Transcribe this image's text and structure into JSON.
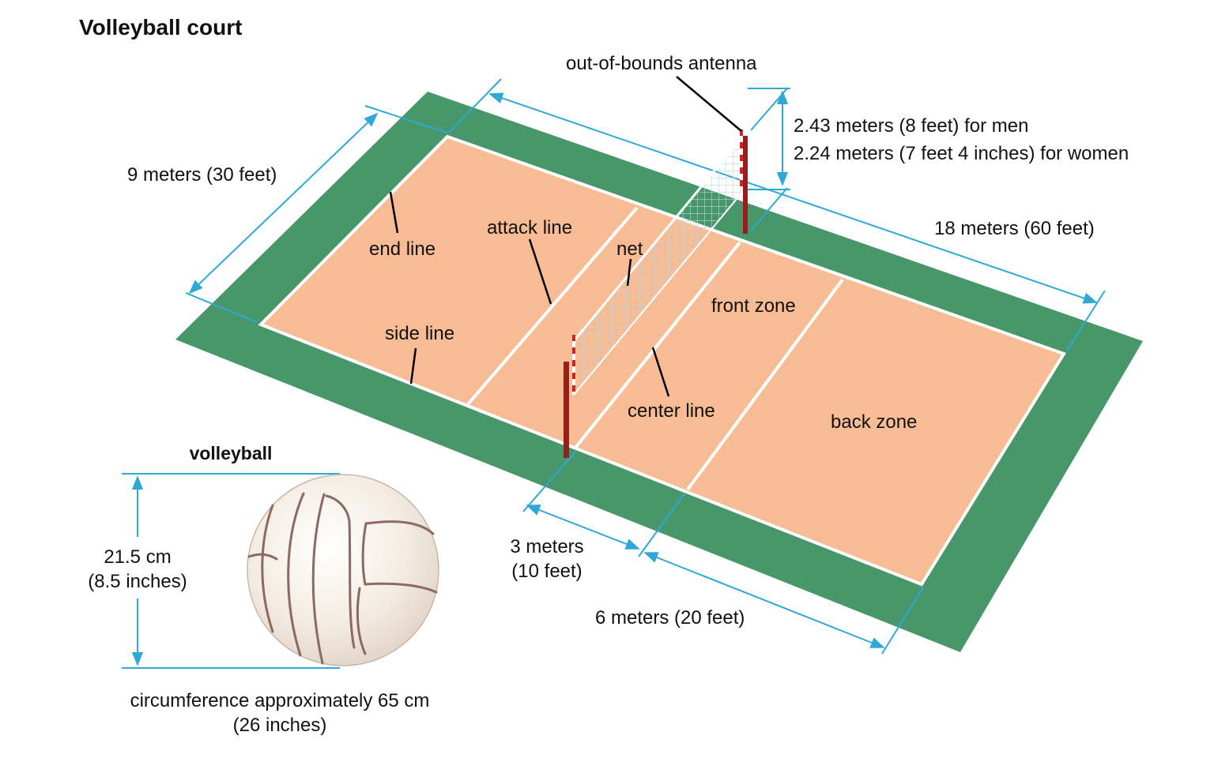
{
  "title": "Volleyball court",
  "labels": {
    "antenna": "out-of-bounds antenna",
    "height_men": "2.43 meters (8 feet) for men",
    "height_women": "2.24 meters (7 feet 4 inches) for women",
    "width": "9 meters (30 feet)",
    "length": "18 meters (60 feet)",
    "end_line": "end line",
    "attack_line": "attack line",
    "net": "net",
    "front_zone": "front zone",
    "side_line": "side line",
    "center_line": "center line",
    "back_zone": "back zone",
    "front_depth_line1": "3 meters",
    "front_depth_line2": "(10 feet)",
    "back_depth": "6 meters (20 feet)"
  },
  "ball": {
    "title": "volleyball",
    "diameter_line1": "21.5 cm",
    "diameter_line2": "(8.5 inches)",
    "circumference_line1": "circumference approximately 65 cm",
    "circumference_line2": "(26 inches)"
  },
  "colors": {
    "surround": "#47976a",
    "court": "#f8bc95",
    "lines": "#ffffff",
    "dimension": "#2fa8d8",
    "post": "#9e1b1b",
    "ball": "#f6efe6",
    "ball_seam": "#8a6a63"
  }
}
